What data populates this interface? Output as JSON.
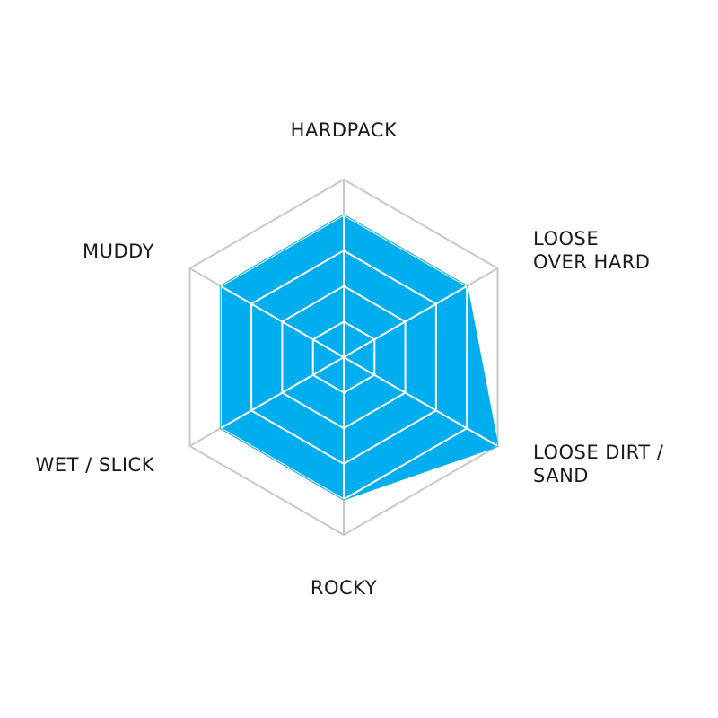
{
  "chart_data": {
    "type": "radar",
    "axes": [
      {
        "key": "hardpack",
        "lines": [
          "HARDPACK"
        ]
      },
      {
        "key": "loose_over_hard",
        "lines": [
          "LOOSE",
          "OVER HARD"
        ]
      },
      {
        "key": "loose_dirt_sand",
        "lines": [
          "LOOSE DIRT /",
          "SAND"
        ]
      },
      {
        "key": "rocky",
        "lines": [
          "ROCKY"
        ]
      },
      {
        "key": "wet_slick",
        "lines": [
          "WET / SLICK"
        ]
      },
      {
        "key": "muddy",
        "lines": [
          "MUDDY"
        ]
      }
    ],
    "values": [
      4,
      4,
      5,
      4,
      4,
      4
    ],
    "max": 5,
    "rings": 5,
    "grid": true,
    "fill_color": "#00aeef",
    "grid_color_outside": "#c8c8c8",
    "grid_color_inside": "#ffffff"
  }
}
